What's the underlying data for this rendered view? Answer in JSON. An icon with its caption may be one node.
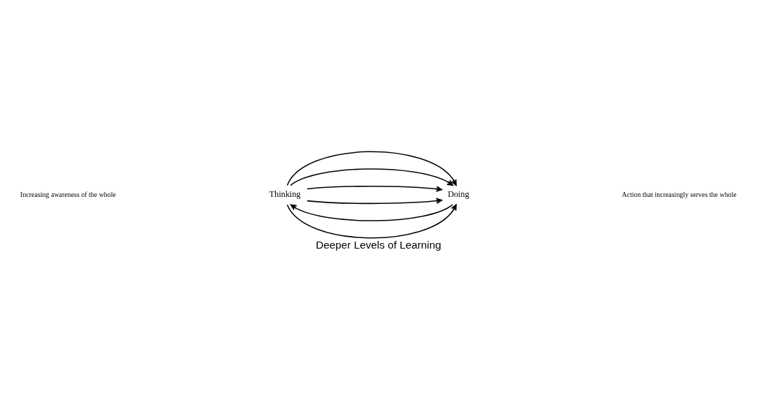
{
  "diagram": {
    "caption": "Deeper Levels of Learning",
    "nodes": [
      {
        "text": [
          "Thinking"
        ]
      },
      {
        "text": [
          "Doing"
        ]
      }
    ],
    "edges": [
      {
        "from": 1,
        "to": 0,
        "arrow": "to"
      },
      {
        "from": 0,
        "to": 1,
        "arrow": "to"
      },
      {
        "from": 0,
        "to": 1,
        "arrow": "to"
      },
      {
        "from": 0,
        "to": 1,
        "arrow": "to"
      },
      {
        "from": 0,
        "to": 1,
        "arrow": "to"
      },
      {
        "from": 0,
        "to": 1,
        "arrow": "to"
      }
    ],
    "labels": [
      "Increasing awareness of the whole",
      "Action that increasingly serves the whole"
    ]
  }
}
